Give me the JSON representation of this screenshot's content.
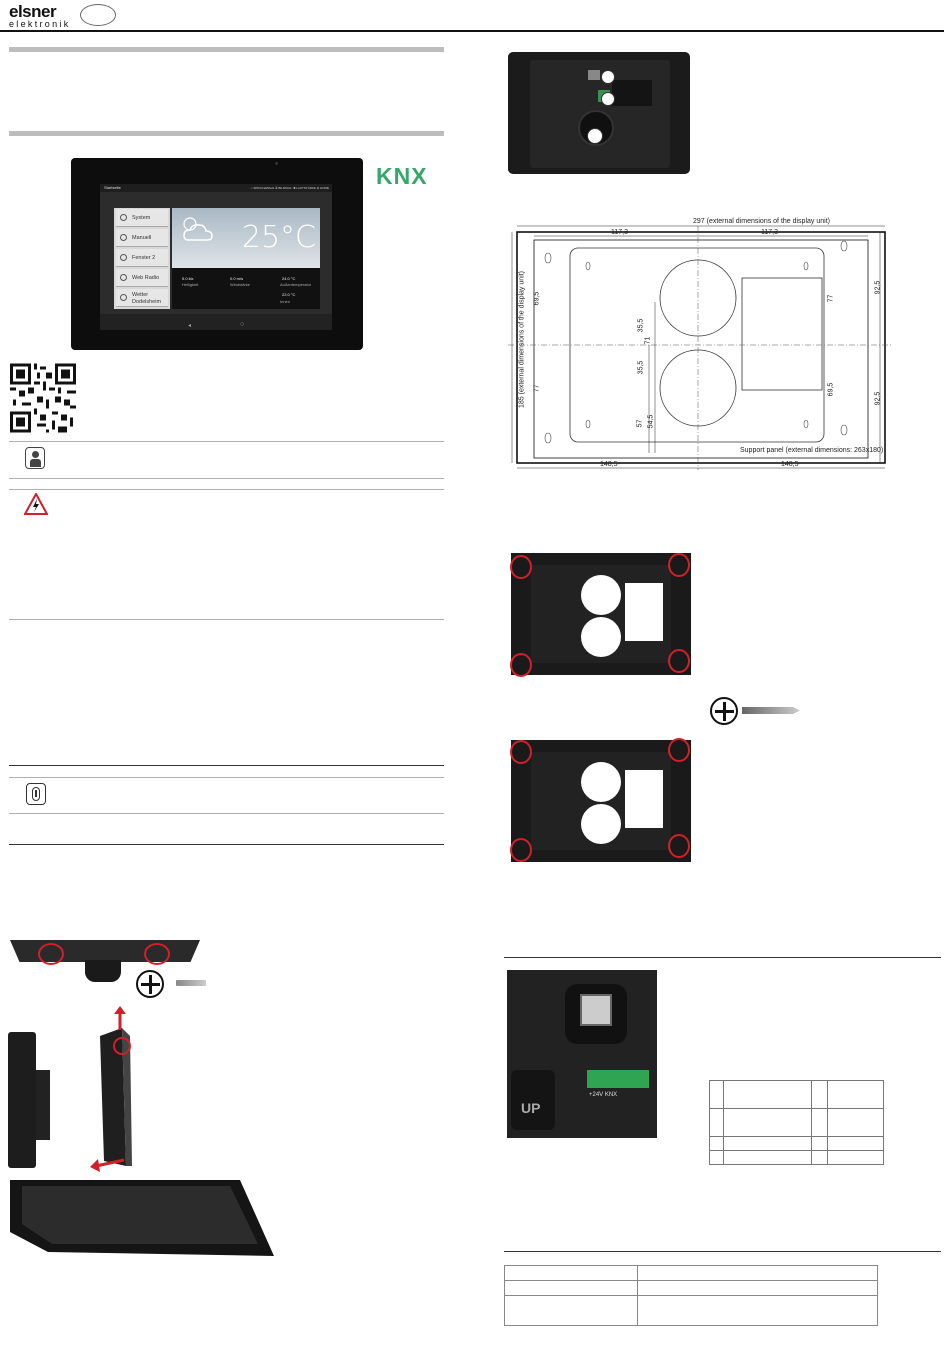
{
  "header": {
    "brand": "elsner",
    "brand_sub": "elektronik"
  },
  "device": {
    "screen_title": "Startseite",
    "top_actions": "⌕ SPRACHWAHL  ▣ BILDSCH.  ◀ LAUTSTÄRKE  ⚙ HOME",
    "menu_items": [
      "System",
      "Manuell",
      "Fenster 2",
      "Web Radio",
      "Wetter Dodelsheim"
    ],
    "temperature": "25°C",
    "readouts": [
      {
        "value": "5.0 klx",
        "label": "Helligkeit"
      },
      {
        "value": "0.0 m/s",
        "label": "Windstärke"
      },
      {
        "value": "24.0 °C",
        "label": "Außentemperatur"
      },
      {
        "value": "22.0 °C",
        "label": "Innen"
      }
    ]
  },
  "logo": {
    "knx": "KNX"
  },
  "dimensions": {
    "width_title": "297 (external dimensions of the display unit)",
    "height_title": "185 (external dimensions of the display unit)",
    "top_left": "117,3",
    "top_right": "117,3",
    "bottom_left": "148,5",
    "bottom_right": "148,5",
    "left_upper": "69,5",
    "left_lower": "77",
    "right_upper": "77",
    "right_lower": "69,5",
    "far_right_upper": "92,5",
    "far_right_lower": "92,5",
    "v_35a": "35,5",
    "v_71": "71",
    "v_35b": "35,5",
    "v_57": "57",
    "v_545": "54,5",
    "support": "Support panel (external dimensions: 263x180)"
  },
  "connector": {
    "up_label": "UP",
    "terminal_labels": "+24V      KNX"
  },
  "colors": {
    "knx_green": "#34a86a",
    "highlight_red": "#d0202a",
    "rule_gray": "#bdbdbd"
  }
}
